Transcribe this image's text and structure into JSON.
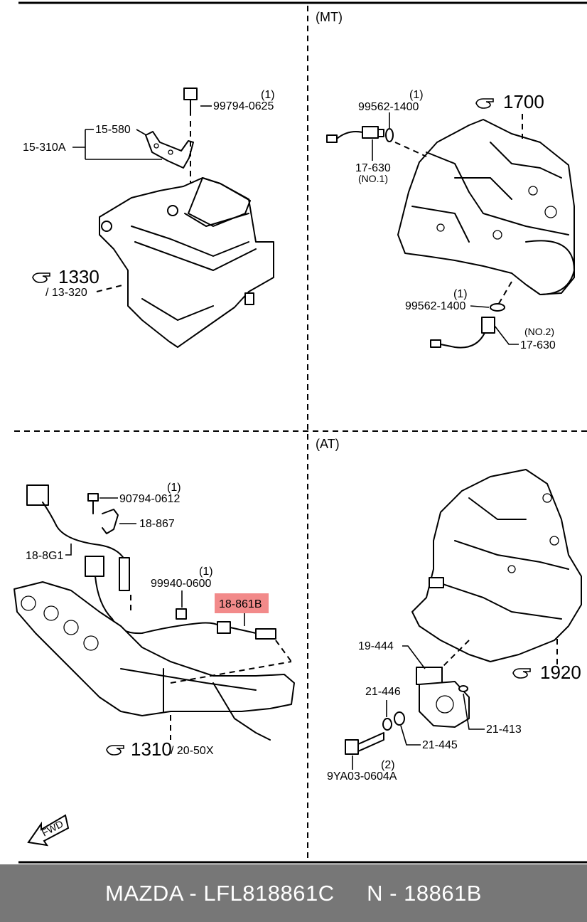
{
  "sections": {
    "mt": "(MT)",
    "at": "(AT)"
  },
  "top_left": {
    "bolt_qty": "(1)",
    "bolt_part": "99794-0625",
    "bracket_part": "15-580",
    "assembly_part": "15-310A",
    "ref_main": "1330",
    "ref_sub": "/ 13-320"
  },
  "top_right": {
    "ref_main": "1700",
    "washer1_qty": "(1)",
    "washer1_part": "99562-1400",
    "sensor1_part": "17-630",
    "sensor1_no": "(NO.1)",
    "washer2_qty": "(1)",
    "washer2_part": "99562-1400",
    "sensor2_no": "(NO.2)",
    "sensor2_part": "17-630"
  },
  "bottom_left": {
    "bolt_qty": "(1)",
    "bolt_part": "90794-0612",
    "clip_part": "18-867",
    "sensor_front": "18-8G1",
    "nut_qty": "(1)",
    "nut_part": "99940-0600",
    "sensor_rear": "18-861B",
    "ref_main": "1310",
    "ref_sub": "/ 20-50X",
    "fwd": "FWD"
  },
  "bottom_right": {
    "switch_part": "19-444",
    "washer_part": "21-446",
    "seal_part": "21-413",
    "washer2_part": "21-445",
    "bolt_qty": "(2)",
    "bolt_part": "9YA03-0604A",
    "ref_main": "1920"
  },
  "footer": {
    "brand_part": "MAZDA - LFL818861C",
    "ref": "N - 18861B",
    "background": "#777777"
  },
  "highlight": {
    "color": "#f28a8a",
    "target": "18-861B"
  }
}
